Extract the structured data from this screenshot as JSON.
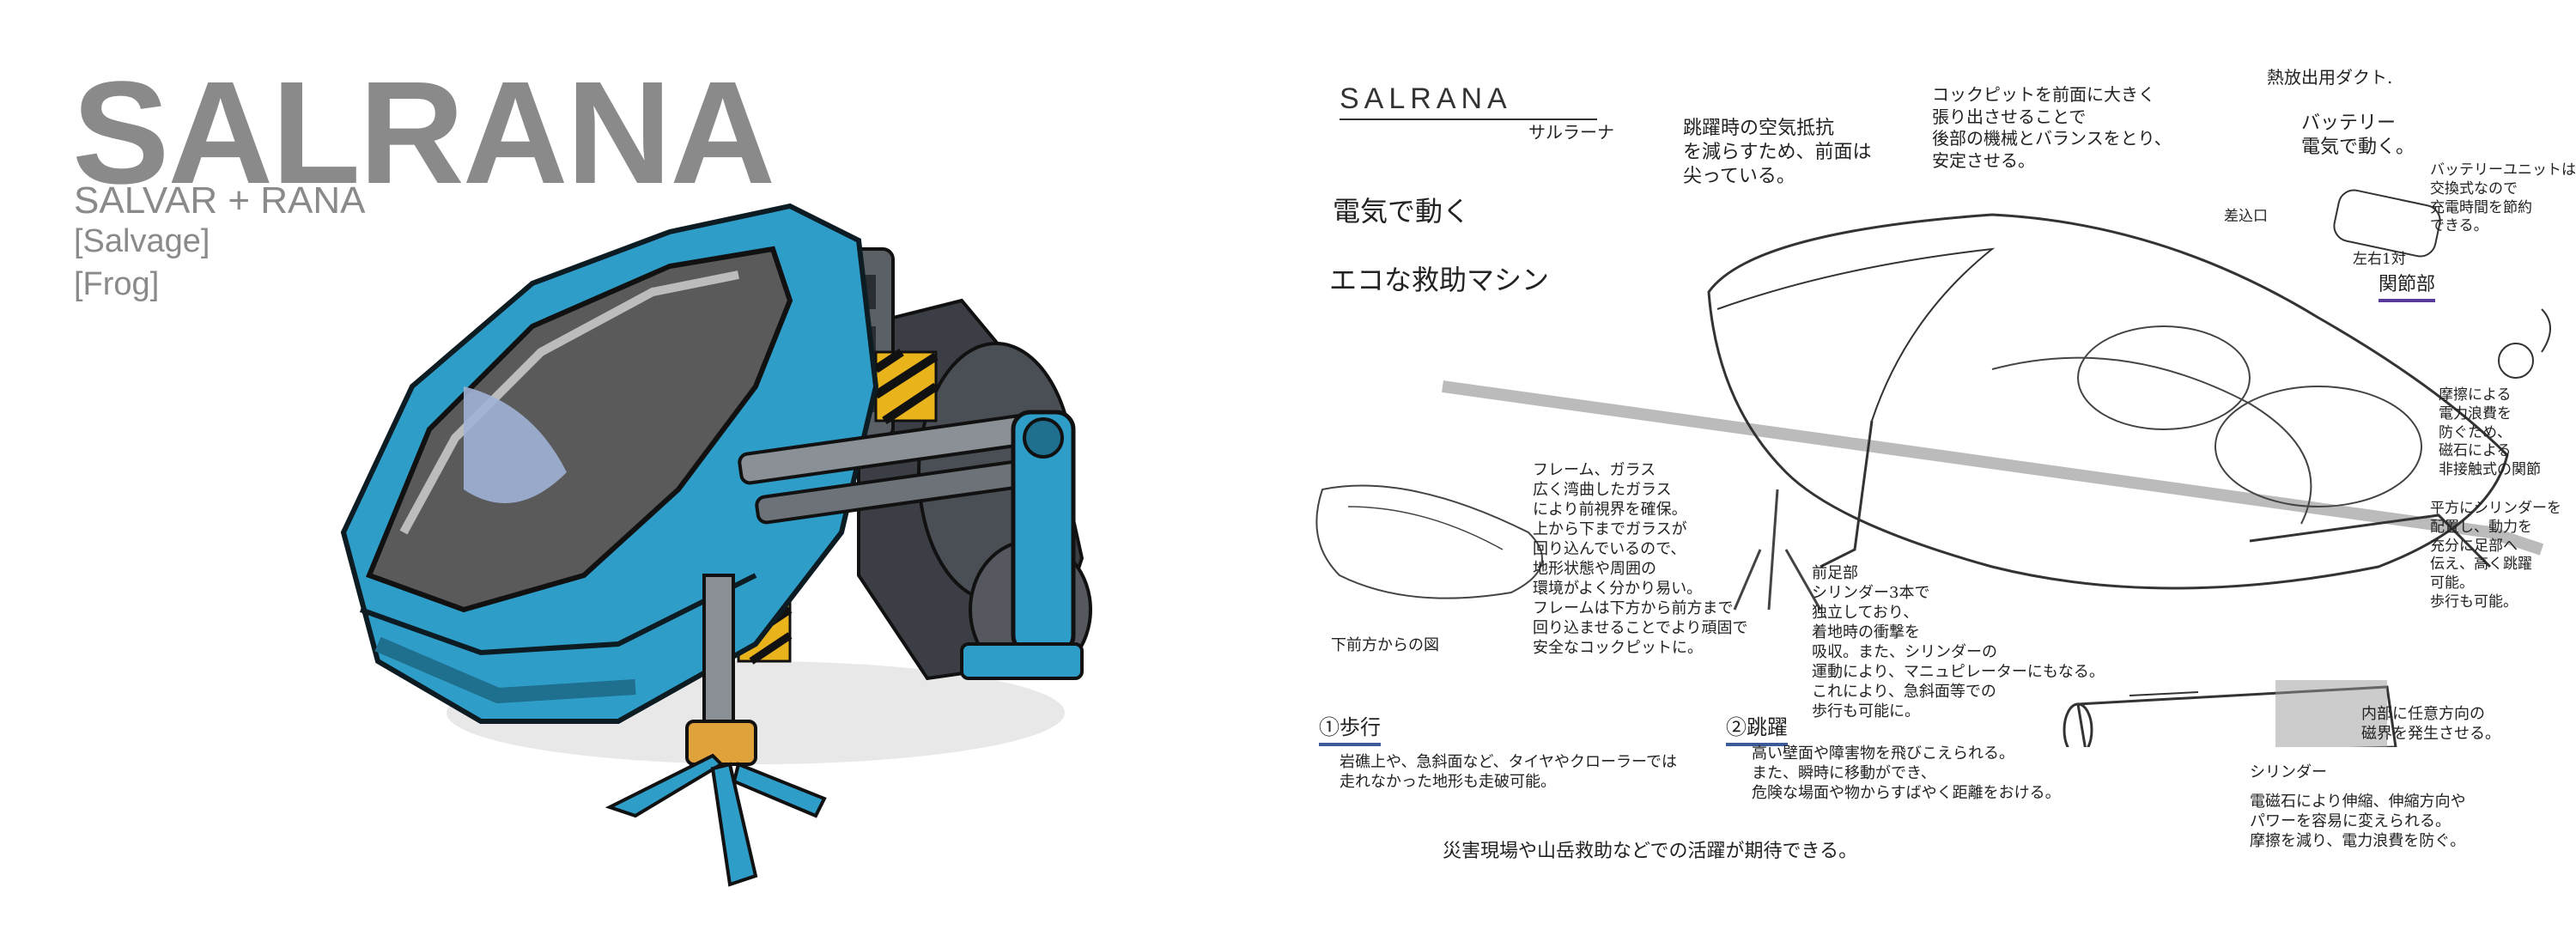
{
  "art": {
    "title": "SALRANA",
    "line1": "SALVAR + RANA",
    "line2": "[Salvage]",
    "line3": "[Frog]",
    "body_color": "#2e9ec9",
    "canopy_color": "#5a5a5a",
    "hazard_color": "#e8b31b"
  },
  "sheet": {
    "title": "SALRANA",
    "reading": "サルラーナ",
    "headline1": "電気で動く",
    "headline2": "エコな救助マシン",
    "note_front": "跳躍時の空気抵抗\nを減らすため、前面は\n尖っている。",
    "note_cockpit": "コックピットを前面に大きく\n張り出させることで\n後部の機械とバランスをとり、\n安定させる。",
    "note_duct": "熱放出用ダクト.",
    "note_battery": "バッテリー\n電気で動く。",
    "note_battery_unit": "バッテリーユニットは\n交換式なので\n充電時間を節約\nできる。",
    "label_outlet": "差込口",
    "label_lr": "左右1対",
    "label_joint": "関節部",
    "note_joint": "摩擦による\n電力浪費を\n防ぐため、\n磁石による\n非接触式の関節",
    "note_frame": "フレーム、ガラス\n広く湾曲したガラス\nにより前視界を確保。\n上から下までガラスが\n回り込んでいるので、\n地形状態や周囲の\n環境がよく分かり易い。\nフレームは下方から前方まで\n回り込ませることでより頑固で\n安全なコックピットに。",
    "caption_below": "下前方からの図",
    "note_frontleg": "前足部\nシリンダー3本で\n独立しており、\n着地時の衝撃を\n吸収。また、シリンダーの\n運動により、マニュピレーターにもなる。\nこれにより、急斜面等での\n歩行も可能に。",
    "note_hind": "平方にシリンダーを\n配置し、動力を\n充分に足部へ\n伝え、高く跳躍\n可能。\n歩行も可能。",
    "note_cyl_inner": "内部に任意方向の\n磁界を発生させる。",
    "label_cylinder": "シリンダー",
    "note_cylinder": "電磁石により伸縮、伸縮方向や\nパワーを容易に変えられる。\n摩擦を減り、電力浪費を防ぐ。",
    "walk_head": "①歩行",
    "walk_text": "岩礁上や、急斜面など、タイヤやクローラーでは\n走れなかった地形も走破可能。",
    "jump_head": "②跳躍",
    "jump_text": "高い壁面や障害物を飛びこえられる。\nまた、瞬時に移動ができ、\n危険な場面や物からすばやく距離をおける。",
    "footer": "災害現場や山岳救助などでの活躍が期待できる。"
  }
}
